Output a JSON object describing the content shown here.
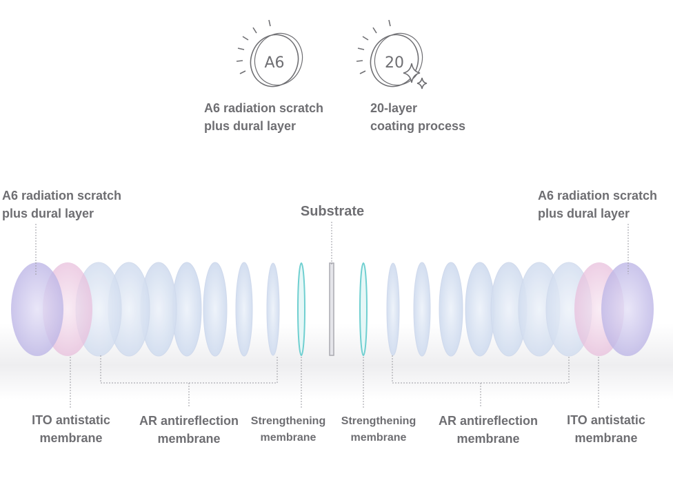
{
  "features": [
    {
      "icon_text": "A6",
      "line1": "A6 radiation scratch",
      "line2": "plus dural layer"
    },
    {
      "icon_text": "20",
      "line1": "20-layer",
      "line2": "coating process"
    }
  ],
  "left_top_label": {
    "line1": "A6 radiation scratch",
    "line2": "plus dural layer"
  },
  "right_top_label": {
    "line1": "A6 radiation scratch",
    "line2": "plus dural layer"
  },
  "substrate_label": "Substrate",
  "bottom_labels": {
    "ito_left": {
      "line1": "ITO antistatic",
      "line2": "membrane"
    },
    "ar_left": {
      "line1": "AR antireflection",
      "line2": "membrane"
    },
    "str_left": {
      "line1": "Strengthening",
      "line2": "membrane"
    },
    "str_right": {
      "line1": "Strengthening",
      "line2": "membrane"
    },
    "ar_right": {
      "line1": "AR antireflection",
      "line2": "membrane"
    },
    "ito_right": {
      "line1": "ITO antistatic",
      "line2": "membrane"
    }
  },
  "colors": {
    "text": "#6e6e72",
    "a6_layer": "#c9c4ec",
    "ito_layer": "#efcde6",
    "ar_layer": "#dce6f4",
    "strengthening_layer": "#6fcfd0",
    "substrate": "#a9a9b0",
    "leader_line": "#9a9aa0"
  }
}
